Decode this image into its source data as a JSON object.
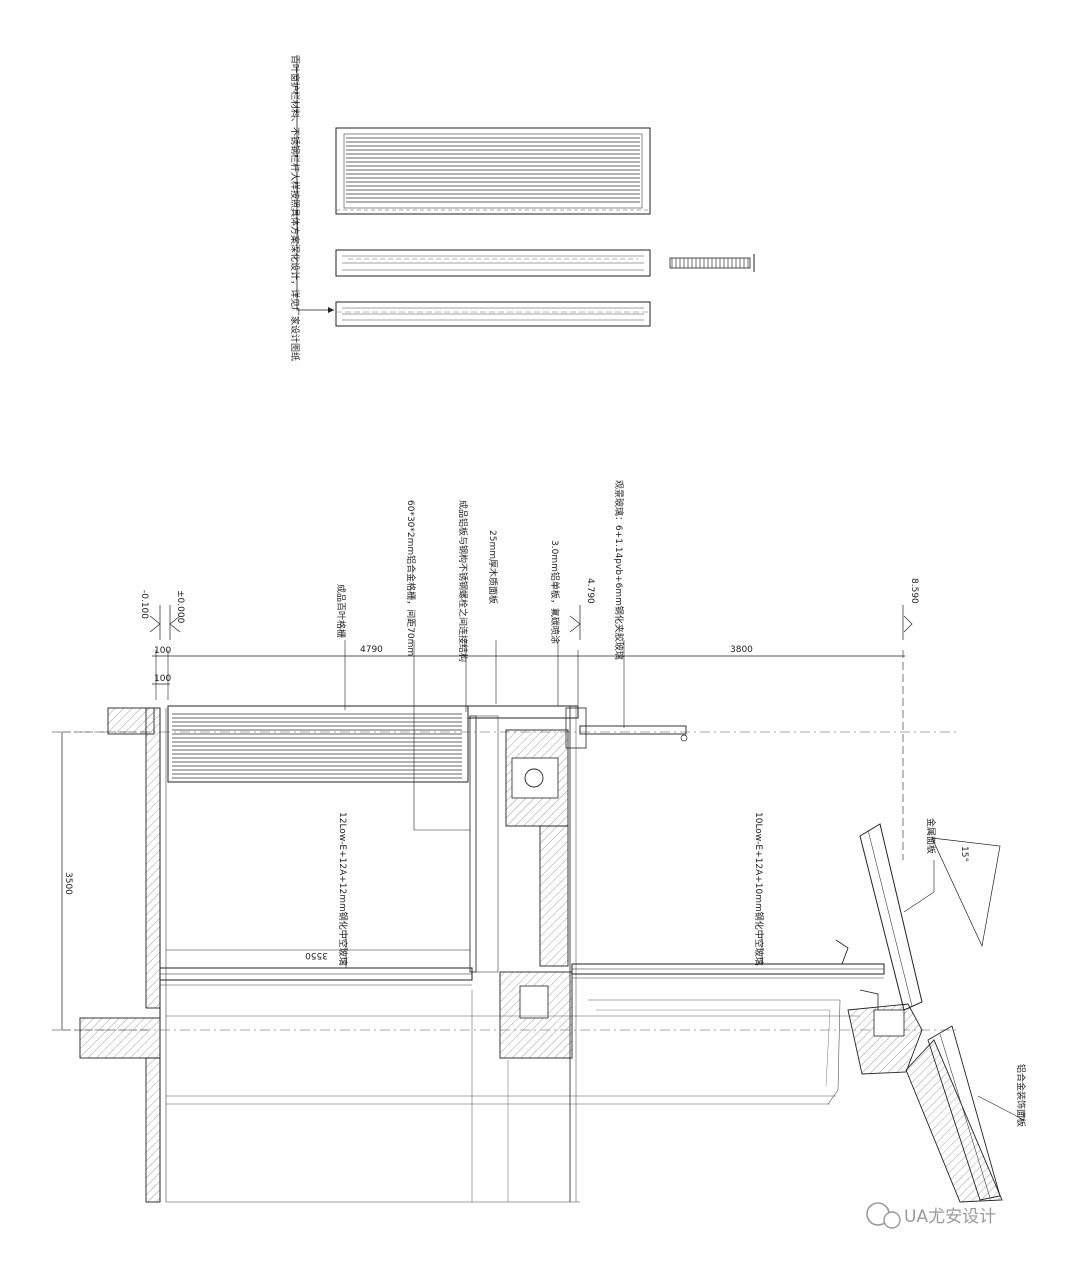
{
  "details": {
    "top_note": "百叶窗护栏材料、不锈钢栏杆大样按照具体方案深化设计，详见厂家设计图纸"
  },
  "levels": {
    "minus_0_100": "-0.100",
    "zero": "±0.000",
    "l4790": "4.790",
    "l8590": "8.590"
  },
  "dimensions": {
    "d100_a": "100",
    "d100_b": "100",
    "d4790": "4790",
    "d3800": "3800",
    "d3500": "3500",
    "d3550": "3550"
  },
  "notes": {
    "n1": "成品百叶格栅",
    "n2": "60*30*2mm铝合金格栅，间距70mm",
    "n3": "成品铝板与钢构不锈钢螺栓之间连接结构",
    "n4": "25mm厚木质面板",
    "n5": "3.0mm铝单板，氟碳喷涂",
    "n6": "观景玻璃：6+1.14pvb+6mm钢化夹胶玻璃",
    "glass_left": "12Low-E+12A+12mm钢化中空玻璃",
    "glass_right": "10Low-E+12A+10mm钢化中空玻璃",
    "skylight_r1": "金属面板",
    "skylight_r2": "铝合金装饰面板",
    "slope": "15°"
  },
  "watermark": "UA尤安设计"
}
